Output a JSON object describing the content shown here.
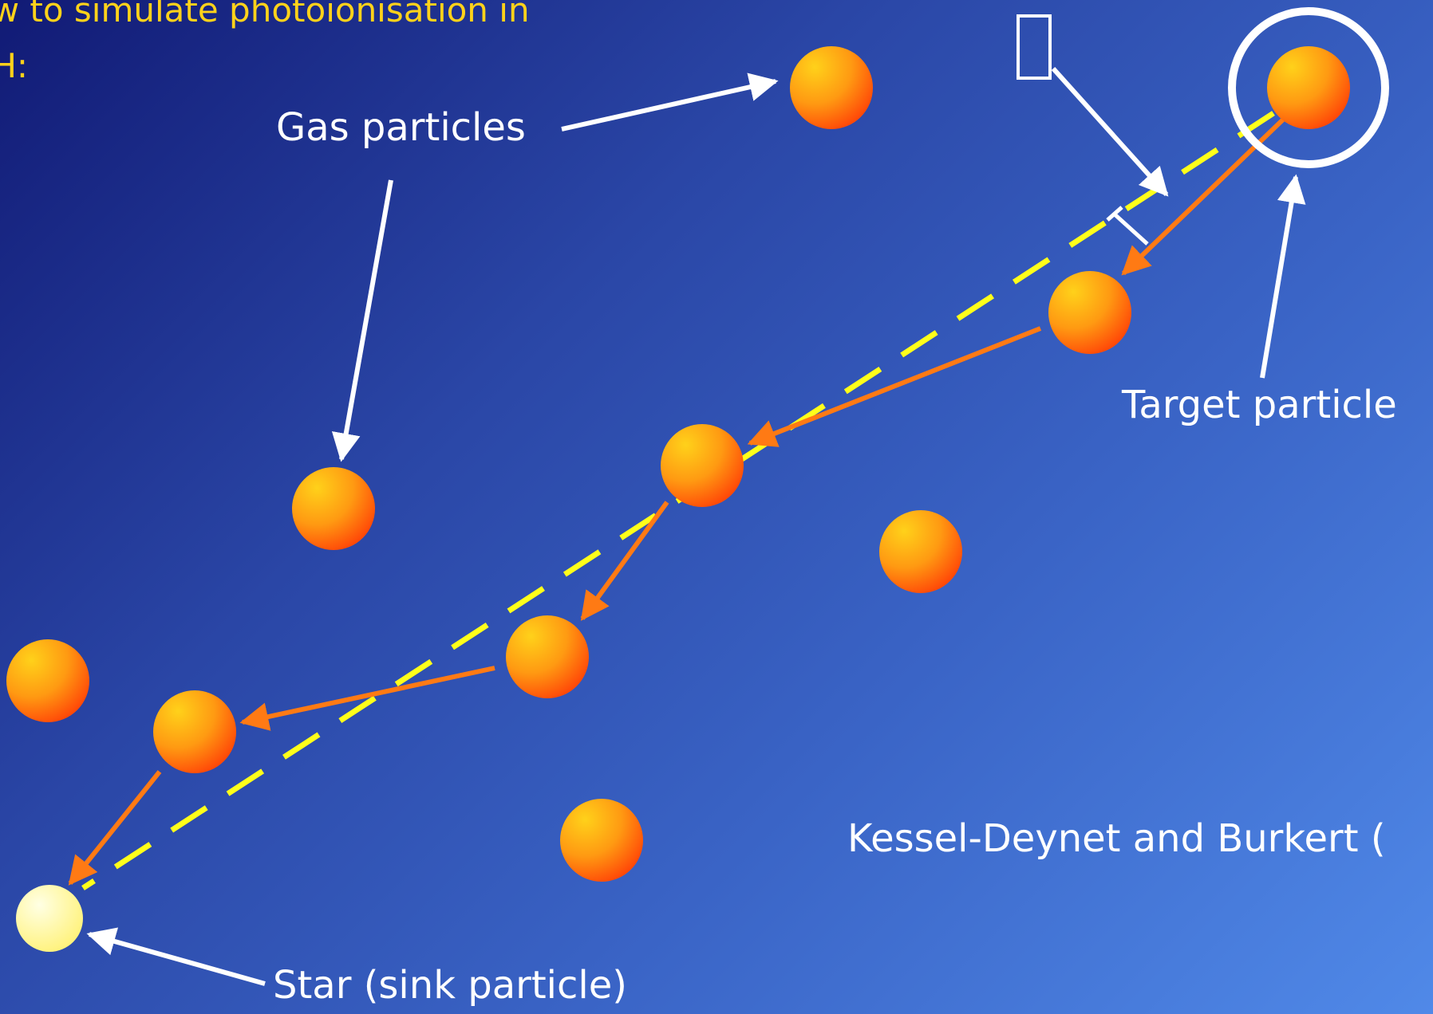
{
  "slide": {
    "title": "ow to simulate photoionisation in\nPH:",
    "labels": {
      "gas_particles": "Gas particles",
      "target_particle": "Target particle",
      "star": "Star (sink particle)",
      "reference": "Kessel-Deynet and Burkert ("
    },
    "colors": {
      "background_start": "#111a75",
      "background_end": "#5089e8",
      "title_text": "#ffd21a",
      "label_text": "#ffffff",
      "particle_inner": "#ffc21a",
      "particle_outer": "#ff5a0a",
      "star_fill": "#fffbb0",
      "ray_dashes": "#ffff1a",
      "path_arrows": "#ff7a14",
      "callout_arrows": "#ffffff"
    },
    "icons": {
      "missing_glyph": "empty-rectangle-glyph-icon"
    }
  }
}
